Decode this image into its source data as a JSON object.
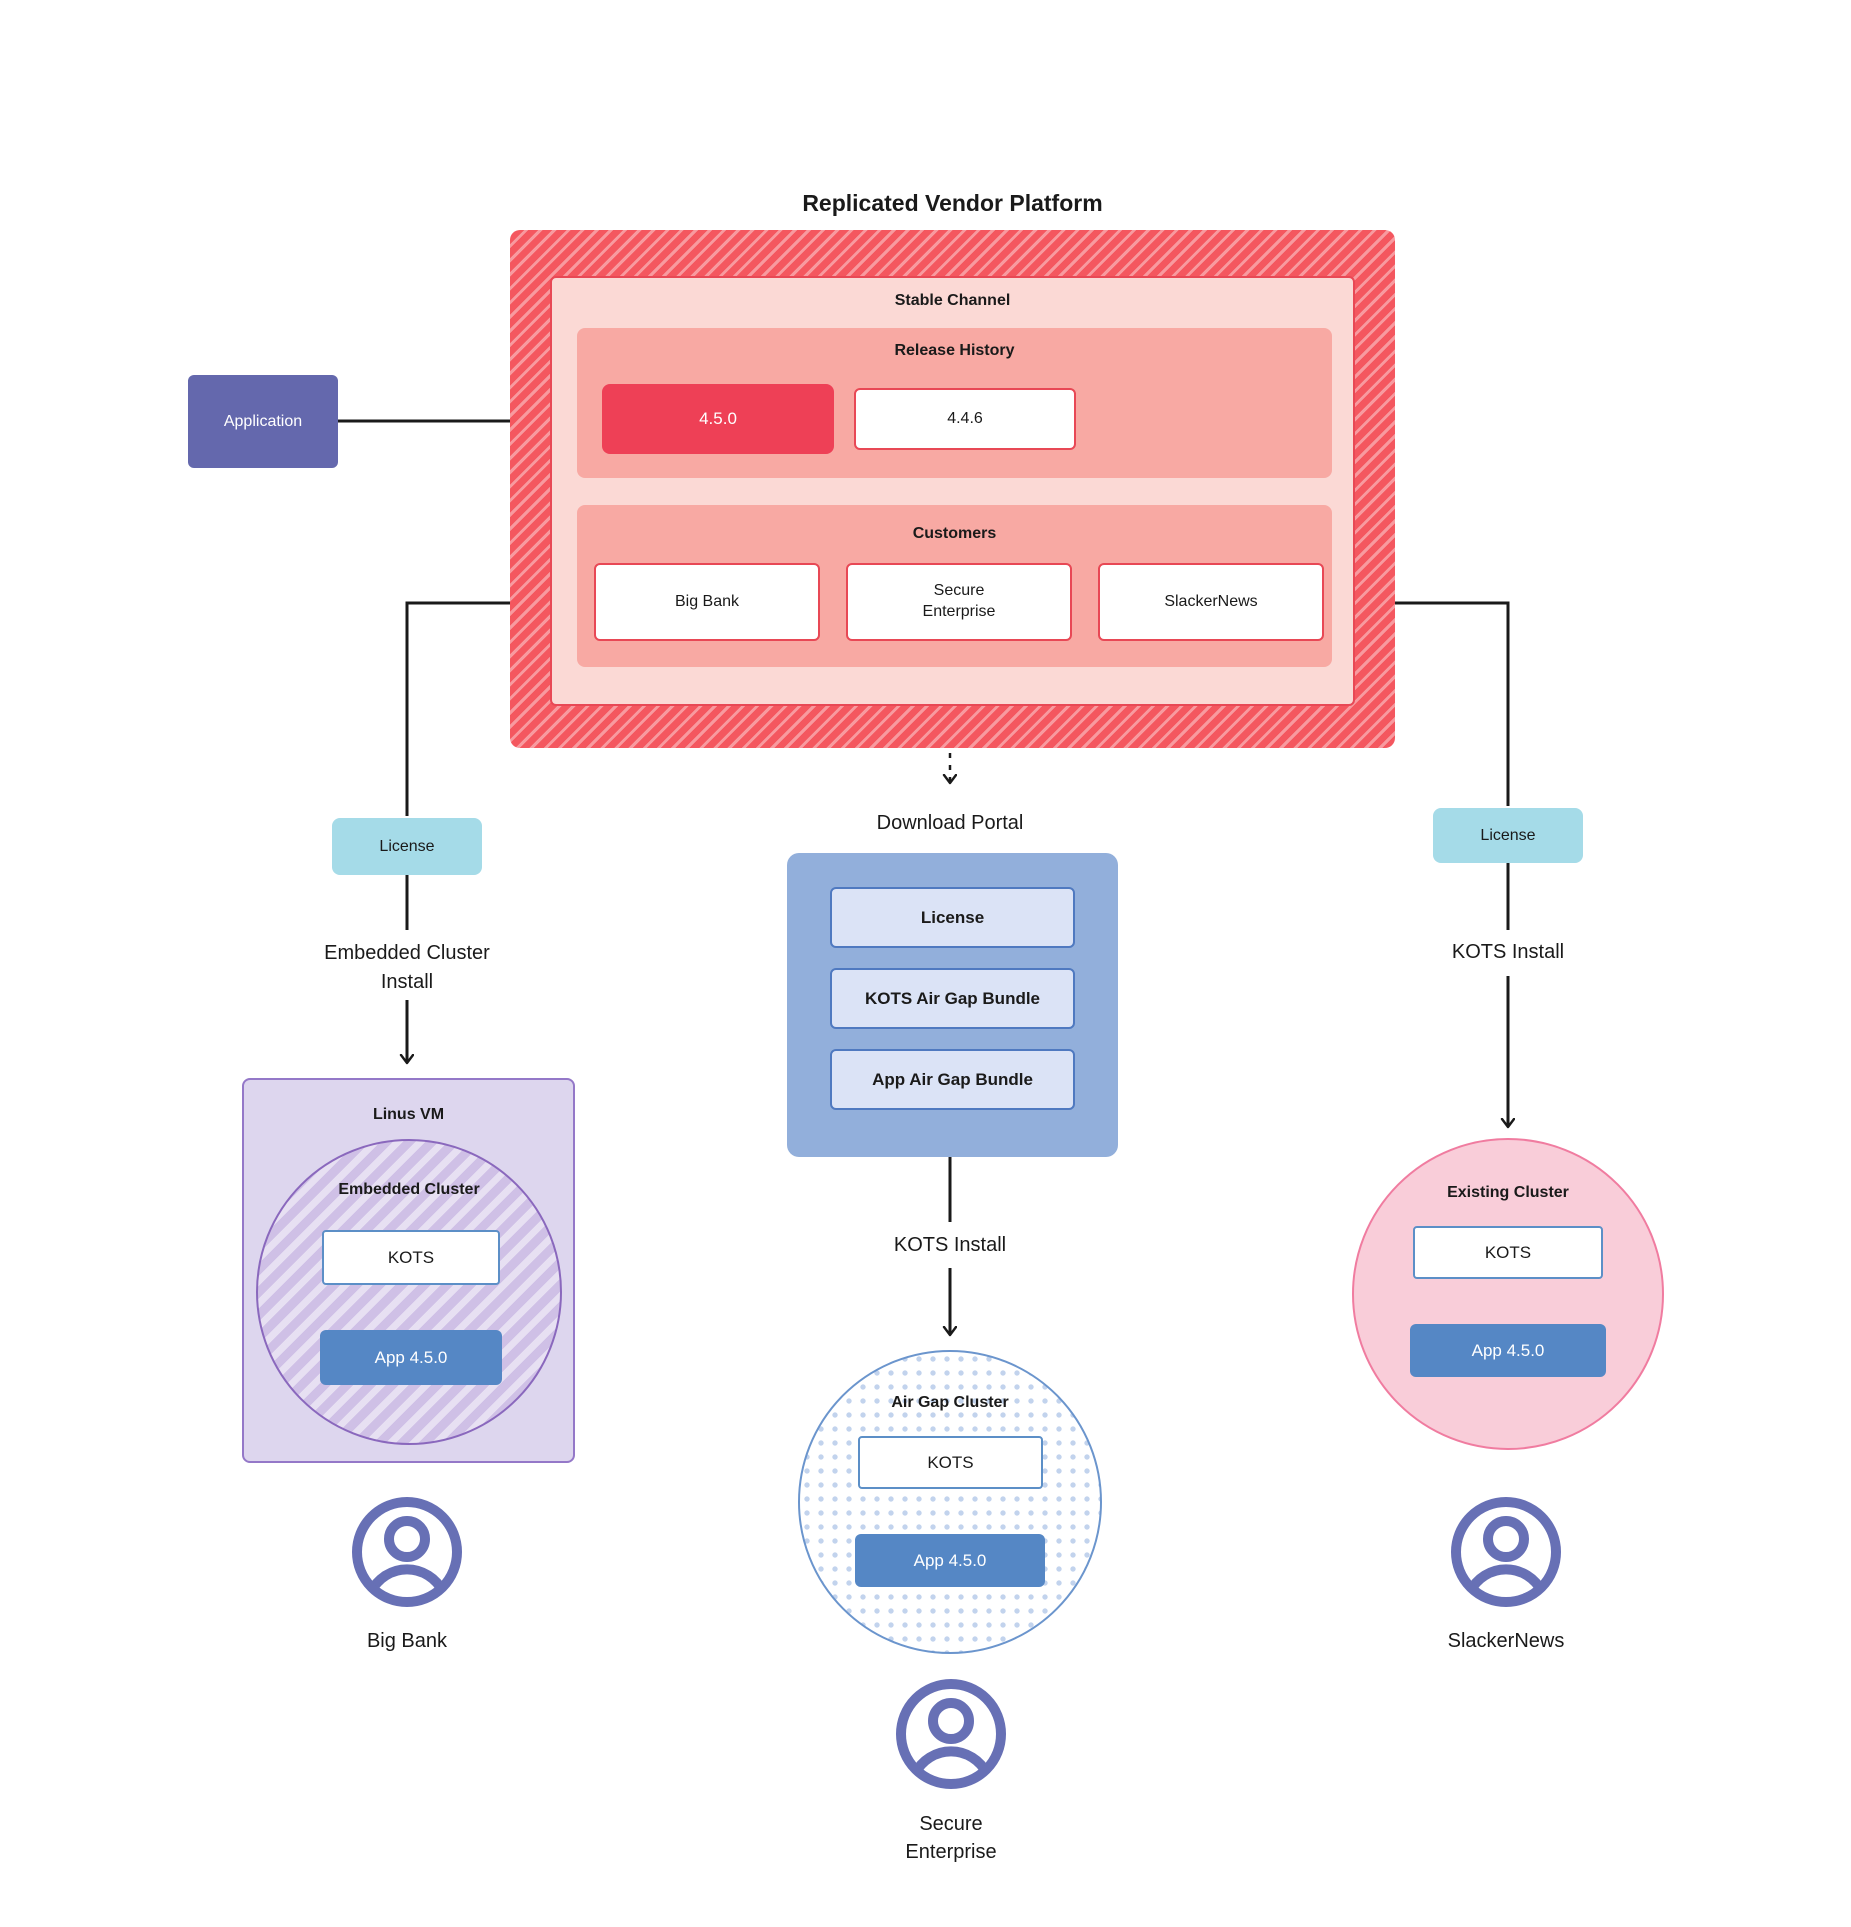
{
  "title": "Replicated Vendor Platform",
  "colors": {
    "hatch_red": "#f4575f",
    "panel_pink": "#fbd9d5",
    "section_salmon": "#f8a9a3",
    "release_red": "#ee4056",
    "border_red": "#e84855",
    "application_purple": "#6468ad",
    "license_teal": "#a5dbe8",
    "portal_blue": "#92afdb",
    "portal_item_bg": "#dbe3f6",
    "portal_item_border": "#4f79c0",
    "kots_border": "#5c8fc7",
    "app_blue": "#5587c5",
    "vm_bg": "#ddd6ee",
    "vm_border": "#9478c8",
    "embedded_cluster_fill": "#cfc0e6",
    "embedded_cluster_border": "#8a68bd",
    "existing_cluster_fill": "#f9cdd9",
    "existing_cluster_border": "#f07ca0",
    "airgap_border": "#6b95cd",
    "airgap_dot": "#c2d3ed",
    "person_icon": "#6770b5",
    "connector": "#1a1a1a"
  },
  "application": {
    "label": "Application"
  },
  "platform": {
    "stable_channel_label": "Stable Channel",
    "release_history_label": "Release History",
    "releases": [
      {
        "version": "4.5.0"
      },
      {
        "version": "4.4.6"
      }
    ],
    "customers_label": "Customers",
    "customers": [
      {
        "name": "Big Bank"
      },
      {
        "name": "Secure Enterprise"
      },
      {
        "name": "SlackerNews"
      }
    ]
  },
  "left_flow": {
    "license_label": "License",
    "install_label": "Embedded Cluster Install",
    "vm_label": "Linus VM",
    "cluster_label": "Embedded Cluster",
    "kots_label": "KOTS",
    "app_label": "App 4.5.0",
    "user_label": "Big Bank"
  },
  "center_flow": {
    "portal_title": "Download Portal",
    "portal_items": [
      {
        "label": "License"
      },
      {
        "label": "KOTS Air Gap Bundle"
      },
      {
        "label": "App Air Gap Bundle"
      }
    ],
    "install_label": "KOTS Install",
    "cluster_label": "Air Gap Cluster",
    "kots_label": "KOTS",
    "app_label": "App 4.5.0",
    "user_label": "Secure Enterprise"
  },
  "right_flow": {
    "license_label": "License",
    "install_label": "KOTS Install",
    "cluster_label": "Existing Cluster",
    "kots_label": "KOTS",
    "app_label": "App 4.5.0",
    "user_label": "SlackerNews"
  }
}
